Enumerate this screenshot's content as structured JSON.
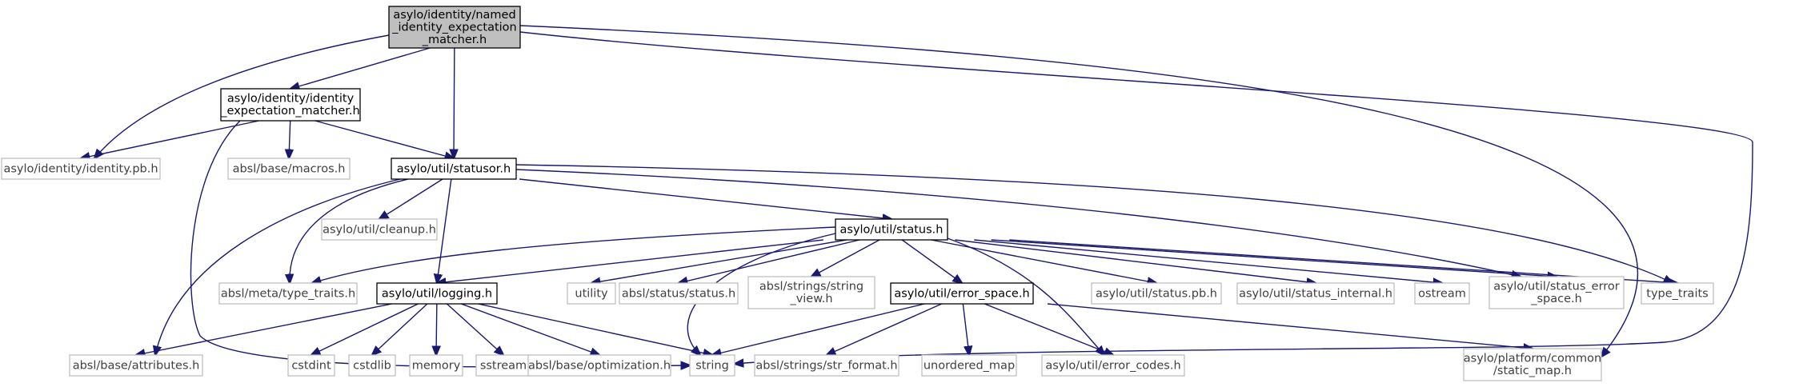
{
  "colors": {
    "edge": "#191970",
    "root_fill": "#bfbfbf",
    "box_border": "#000000",
    "ext_border": "#bfbfbf",
    "ext_text": "#404040",
    "text": "#000000"
  },
  "nodes": [
    {
      "id": "root",
      "lines": [
        "asylo/identity/named",
        "_identity_expectation",
        "_matcher.h"
      ],
      "kind": "root"
    },
    {
      "id": "identity_expectation",
      "lines": [
        "asylo/identity/identity",
        "_expectation_matcher.h"
      ],
      "kind": "local"
    },
    {
      "id": "identity_pb",
      "lines": [
        "asylo/identity/identity.pb.h"
      ],
      "kind": "external"
    },
    {
      "id": "absl_macros",
      "lines": [
        "absl/base/macros.h"
      ],
      "kind": "external"
    },
    {
      "id": "statusor",
      "lines": [
        "asylo/util/statusor.h"
      ],
      "kind": "local"
    },
    {
      "id": "cleanup",
      "lines": [
        "asylo/util/cleanup.h"
      ],
      "kind": "external"
    },
    {
      "id": "status",
      "lines": [
        "asylo/util/status.h"
      ],
      "kind": "local"
    },
    {
      "id": "type_traits_h",
      "lines": [
        "absl/meta/type_traits.h"
      ],
      "kind": "external"
    },
    {
      "id": "logging",
      "lines": [
        "asylo/util/logging.h"
      ],
      "kind": "local"
    },
    {
      "id": "utility",
      "lines": [
        "utility"
      ],
      "kind": "external"
    },
    {
      "id": "absl_status",
      "lines": [
        "absl/status/status.h"
      ],
      "kind": "external"
    },
    {
      "id": "string_view",
      "lines": [
        "absl/strings/string",
        "_view.h"
      ],
      "kind": "external"
    },
    {
      "id": "error_space",
      "lines": [
        "asylo/util/error_space.h"
      ],
      "kind": "local"
    },
    {
      "id": "status_pb",
      "lines": [
        "asylo/util/status.pb.h"
      ],
      "kind": "external"
    },
    {
      "id": "status_internal",
      "lines": [
        "asylo/util/status_internal.h"
      ],
      "kind": "external"
    },
    {
      "id": "ostream",
      "lines": [
        "ostream"
      ],
      "kind": "external"
    },
    {
      "id": "status_error_space",
      "lines": [
        "asylo/util/status_error",
        "_space.h"
      ],
      "kind": "external"
    },
    {
      "id": "type_traits",
      "lines": [
        "type_traits"
      ],
      "kind": "external"
    },
    {
      "id": "attributes",
      "lines": [
        "absl/base/attributes.h"
      ],
      "kind": "external"
    },
    {
      "id": "cstdint",
      "lines": [
        "cstdint"
      ],
      "kind": "external"
    },
    {
      "id": "cstdlib",
      "lines": [
        "cstdlib"
      ],
      "kind": "external"
    },
    {
      "id": "memory",
      "lines": [
        "memory"
      ],
      "kind": "external"
    },
    {
      "id": "sstream",
      "lines": [
        "sstream"
      ],
      "kind": "external"
    },
    {
      "id": "optimization",
      "lines": [
        "absl/base/optimization.h"
      ],
      "kind": "external"
    },
    {
      "id": "string",
      "lines": [
        "string"
      ],
      "kind": "external"
    },
    {
      "id": "str_format",
      "lines": [
        "absl/strings/str_format.h"
      ],
      "kind": "external"
    },
    {
      "id": "unordered_map",
      "lines": [
        "unordered_map"
      ],
      "kind": "external"
    },
    {
      "id": "error_codes",
      "lines": [
        "asylo/util/error_codes.h"
      ],
      "kind": "external"
    },
    {
      "id": "static_map",
      "lines": [
        "asylo/platform/common",
        "/static_map.h"
      ],
      "kind": "external"
    }
  ],
  "edges": [
    [
      "root",
      "identity_expectation"
    ],
    [
      "root",
      "identity_pb"
    ],
    [
      "root",
      "statusor"
    ],
    [
      "root",
      "string"
    ],
    [
      "root",
      "static_map"
    ],
    [
      "identity_expectation",
      "identity_pb"
    ],
    [
      "identity_expectation",
      "absl_macros"
    ],
    [
      "identity_expectation",
      "statusor"
    ],
    [
      "identity_expectation",
      "string"
    ],
    [
      "statusor",
      "cleanup"
    ],
    [
      "statusor",
      "status"
    ],
    [
      "statusor",
      "type_traits_h"
    ],
    [
      "statusor",
      "logging"
    ],
    [
      "statusor",
      "attributes"
    ],
    [
      "statusor",
      "status_error_space"
    ],
    [
      "statusor",
      "type_traits"
    ],
    [
      "status",
      "type_traits_h"
    ],
    [
      "status",
      "logging"
    ],
    [
      "status",
      "utility"
    ],
    [
      "status",
      "absl_status"
    ],
    [
      "status",
      "string_view"
    ],
    [
      "status",
      "error_space"
    ],
    [
      "status",
      "status_pb"
    ],
    [
      "status",
      "status_internal"
    ],
    [
      "status",
      "ostream"
    ],
    [
      "status",
      "status_error_space"
    ],
    [
      "status",
      "type_traits"
    ],
    [
      "status",
      "string"
    ],
    [
      "status",
      "error_codes"
    ],
    [
      "logging",
      "attributes"
    ],
    [
      "logging",
      "cstdint"
    ],
    [
      "logging",
      "cstdlib"
    ],
    [
      "logging",
      "memory"
    ],
    [
      "logging",
      "sstream"
    ],
    [
      "logging",
      "optimization"
    ],
    [
      "logging",
      "string"
    ],
    [
      "error_space",
      "string"
    ],
    [
      "error_space",
      "str_format"
    ],
    [
      "error_space",
      "unordered_map"
    ],
    [
      "error_space",
      "error_codes"
    ],
    [
      "error_space",
      "static_map"
    ]
  ]
}
